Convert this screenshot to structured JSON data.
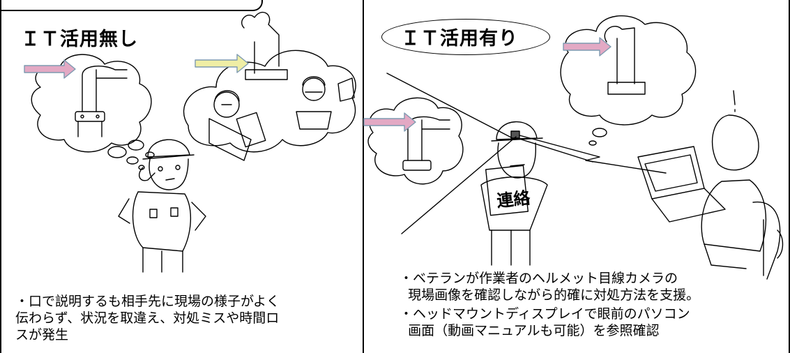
{
  "left": {
    "heading": "ＩＴ活用無し",
    "caption": "・口で説明するも相手先に現場の様子がよく\n伝わらず、状況を取違え、対処ミスや時間ロ\nスが発生"
  },
  "right": {
    "heading": "ＩＴ活用有り",
    "caption_1": "・ベテランが作業者のヘルメット目線カメラの\n  現場画像を確認しながら的確に対処方法を支援。",
    "caption_2": "・ヘッドマウントディスプレイで眼前のパソコン\n  画面（動画マニュアルも可能）を参照確認",
    "board_text": "連絡"
  },
  "colors": {
    "pink_arrow": "#e3a9c4",
    "yellow_arrow": "#efeea5",
    "arrow_edge": "#7d9ab0"
  }
}
